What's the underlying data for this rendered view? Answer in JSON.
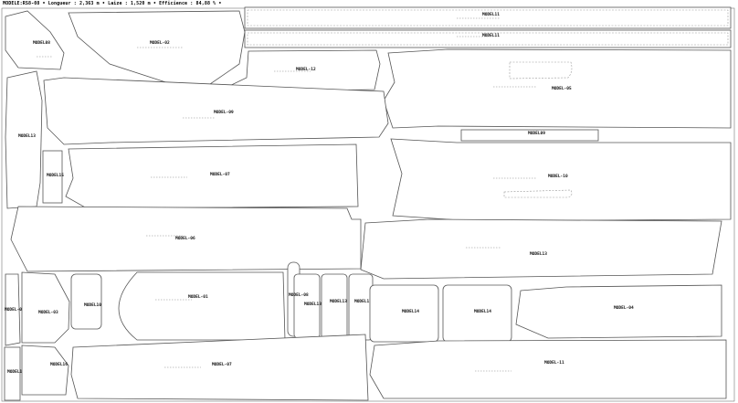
{
  "header": {
    "text": "MODELE:RS8-08 • Longueur : 2,363 m • Laize : 1,520 m • Efficience : 84,88 % •"
  },
  "pieces": [
    {
      "label": "MODEL11"
    },
    {
      "label": "MODEL11"
    },
    {
      "label": "MODEL08"
    },
    {
      "label": "MODEL-02"
    },
    {
      "label": "MODEL-12"
    },
    {
      "label": "MODEL-05"
    },
    {
      "label": "MODEL13"
    },
    {
      "label": "MODEL-09"
    },
    {
      "label": "MODEL09"
    },
    {
      "label": "MODEL15"
    },
    {
      "label": "MODEL-07"
    },
    {
      "label": "MODEL-10"
    },
    {
      "label": "MODEL-06"
    },
    {
      "label": "MODEL13"
    },
    {
      "label": "MODEL-03"
    },
    {
      "label": "MODEL-03"
    },
    {
      "label": "MODEL10"
    },
    {
      "label": "MODEL-01"
    },
    {
      "label": "MODEL-08"
    },
    {
      "label": "MODEL13"
    },
    {
      "label": "MODEL13"
    },
    {
      "label": "MODEL13"
    },
    {
      "label": "MODEL14"
    },
    {
      "label": "MODEL14"
    },
    {
      "label": "MODEL-04"
    },
    {
      "label": "MODEL12"
    },
    {
      "label": "MODEL16"
    },
    {
      "label": "MODEL-07"
    },
    {
      "label": "MODEL-11"
    }
  ]
}
